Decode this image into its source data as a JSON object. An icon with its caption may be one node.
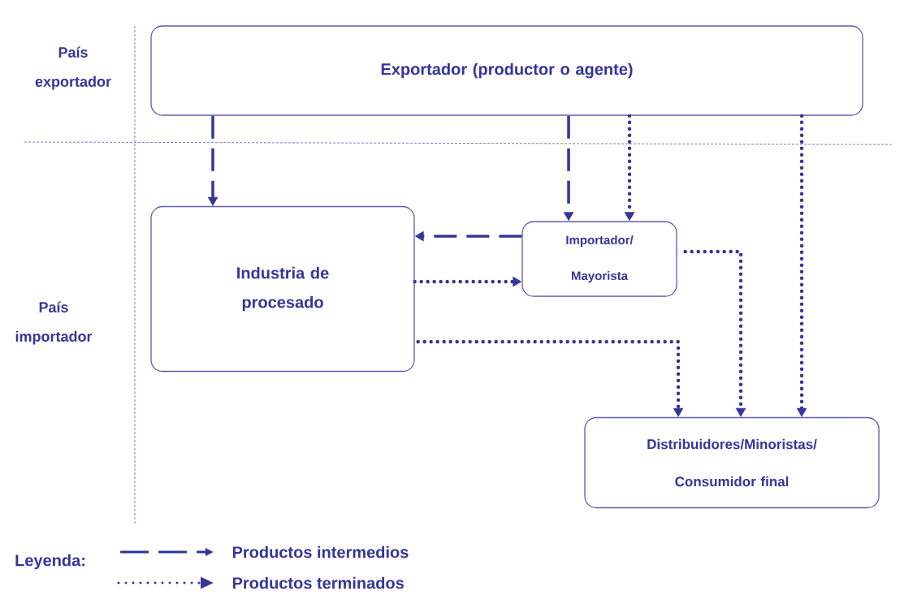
{
  "diagram": {
    "nodes": [
      {
        "text": [
          "Exportador (productor o agente)"
        ]
      },
      {
        "text": [
          "Industria de procesado"
        ]
      },
      {
        "text": [
          "Importador/ Mayorista"
        ]
      },
      {
        "text": [
          "Distribuidores/Minoristas/ Consumidor final"
        ]
      }
    ],
    "edges": [
      {
        "from": 0,
        "to": 1,
        "arrow": "to",
        "style": "dashed"
      },
      {
        "from": 0,
        "to": 2,
        "arrow": "to",
        "style": "dashed"
      },
      {
        "from": 0,
        "to": 2,
        "arrow": "to"
      },
      {
        "from": 0,
        "to": 3,
        "arrow": "to"
      },
      {
        "from": 2,
        "to": 1,
        "arrow": "to",
        "style": "dashed"
      },
      {
        "from": 1,
        "to": 2,
        "arrow": "to"
      },
      {
        "from": 1,
        "to": 3,
        "arrow": "to"
      },
      {
        "from": 2,
        "to": 3,
        "arrow": "to"
      }
    ],
    "labels": [
      "País exportador",
      "País importador",
      "Leyenda:"
    ],
    "legend": [
      {
        "text": "Productos intermedios"
      },
      {
        "text": "Productos terminados"
      }
    ]
  }
}
